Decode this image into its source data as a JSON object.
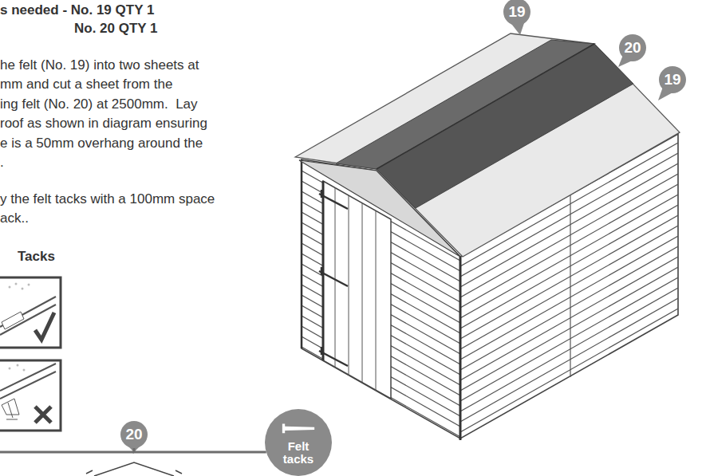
{
  "diagram": {
    "nodes": [
      {
        "text": [
          "20"
        ]
      },
      {
        "text": [
          "Felt tacks"
        ]
      }
    ],
    "edges": [
      {
        "from": 0,
        "to": 1,
        "arrow": "none"
      }
    ],
    "labels": [
      "s needed - No. 19 QTY 1",
      "No. 20 QTY 1",
      "he felt (No. 19) into two sheets at",
      "mm and cut a sheet from the",
      "ing felt (No. 20) at 2500mm.  Lay",
      "roof as shown in diagram ensuring",
      "e is a 50mm overhang around the",
      ".",
      "y the felt tacks with a 100mm space",
      "ack..",
      "Tacks",
      "19",
      "20",
      "19"
    ]
  }
}
